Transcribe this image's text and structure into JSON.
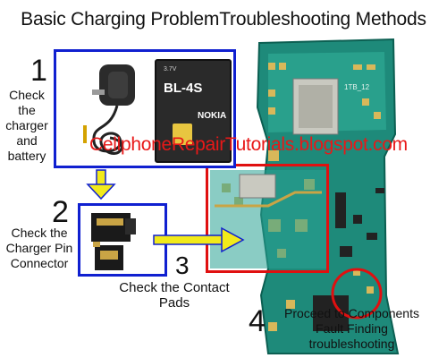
{
  "title": "Basic Charging ProblemTroubleshooting Methods",
  "watermark": "CellphoneRepairTutorials.blogspot.com",
  "steps": [
    {
      "number": "1",
      "label_lines": [
        "Check",
        "the",
        "charger",
        "and",
        "battery"
      ]
    },
    {
      "number": "2",
      "label_lines": [
        "Check the",
        "Charger Pin",
        "Connector"
      ]
    },
    {
      "number": "3",
      "label_lines": [
        "Check the Contact",
        "Pads"
      ]
    },
    {
      "number": "4",
      "label_lines": [
        "Proceed to Components",
        "Fault Finding",
        "troubleshooting"
      ]
    }
  ],
  "battery": {
    "voltage": "3.7V",
    "model": "BL-4S",
    "brand": "NOKIA"
  },
  "board": {
    "marking": "1TB_12"
  },
  "colors": {
    "blue_box": "#1020d0",
    "red_box": "#e01010",
    "arrow_yellow": "#f2ea1a",
    "watermark": "#e81818"
  },
  "icons": [
    "charger-icon",
    "battery-icon",
    "connector-icon",
    "circuit-board-image",
    "arrow-down-icon",
    "arrow-right-icon"
  ]
}
